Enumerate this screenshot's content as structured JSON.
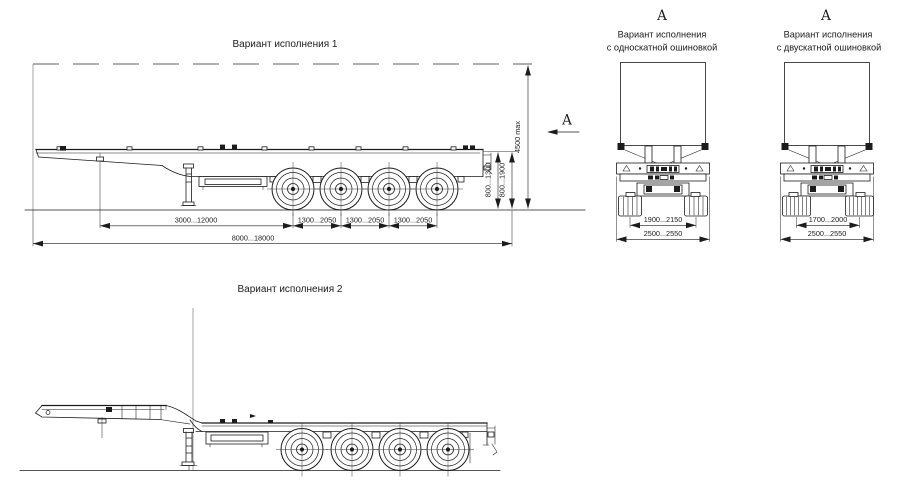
{
  "page": {
    "background": "#ffffff",
    "line_color": "#1c1c1c"
  },
  "variant1": {
    "title": "Вариант исполнения 1",
    "section_marker": "А",
    "dimensions": {
      "kingpin_to_first_axle": "3000...12000",
      "axle_spacing_1": "1300...2050",
      "axle_spacing_2": "1300...2050",
      "axle_spacing_3": "1300...2050",
      "overall_length": "8000...18000",
      "platform_height_front": "800...1300",
      "platform_height_rear": "800...1900",
      "max_height": "4500 max"
    }
  },
  "variant2": {
    "title": "Вариант исполнения 2"
  },
  "rear_view_single": {
    "section_marker": "А",
    "title_line1": "Вариант исполнения",
    "title_line2": "с односкатной ошиновкой",
    "dimensions": {
      "track": "1900...2150",
      "overall_width": "2500...2550"
    }
  },
  "rear_view_dual": {
    "section_marker": "А",
    "title_line1": "Вариант исполнения",
    "title_line2": "с двускатной ошиновкой",
    "dimensions": {
      "track": "1700...2000",
      "overall_width": "2500...2550"
    }
  }
}
